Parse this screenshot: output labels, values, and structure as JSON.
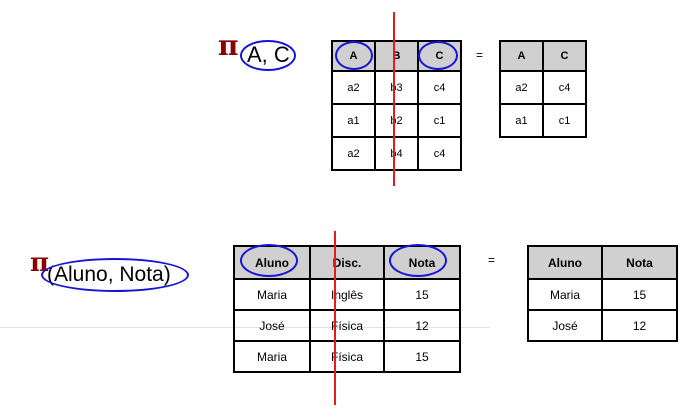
{
  "colors": {
    "pi": "#8b0000",
    "highlight_oval": "#1515d6",
    "strike_line": "#e41b1b",
    "header_fill": "#d0d0d0"
  },
  "example1": {
    "symbol": "π",
    "attributes": "A, C",
    "equals": "=",
    "input": {
      "headers": [
        "A",
        "B",
        "C"
      ],
      "rows": [
        [
          "a2",
          "b3",
          "c4"
        ],
        [
          "a1",
          "b2",
          "c1"
        ],
        [
          "a2",
          "b4",
          "c4"
        ]
      ]
    },
    "output": {
      "headers": [
        "A",
        "C"
      ],
      "rows": [
        [
          "a2",
          "c4"
        ],
        [
          "a1",
          "c1"
        ]
      ]
    }
  },
  "example2": {
    "symbol": "π",
    "attributes": "(Aluno, Nota)",
    "equals": "=",
    "input": {
      "headers": [
        "Aluno",
        "Disc.",
        "Nota"
      ],
      "rows": [
        [
          "Maria",
          "Inglês",
          "15"
        ],
        [
          "José",
          "Física",
          "12"
        ],
        [
          "Maria",
          "Física",
          "15"
        ]
      ]
    },
    "output": {
      "headers": [
        "Aluno",
        "Nota"
      ],
      "rows": [
        [
          "Maria",
          "15"
        ],
        [
          "José",
          "12"
        ]
      ]
    }
  }
}
